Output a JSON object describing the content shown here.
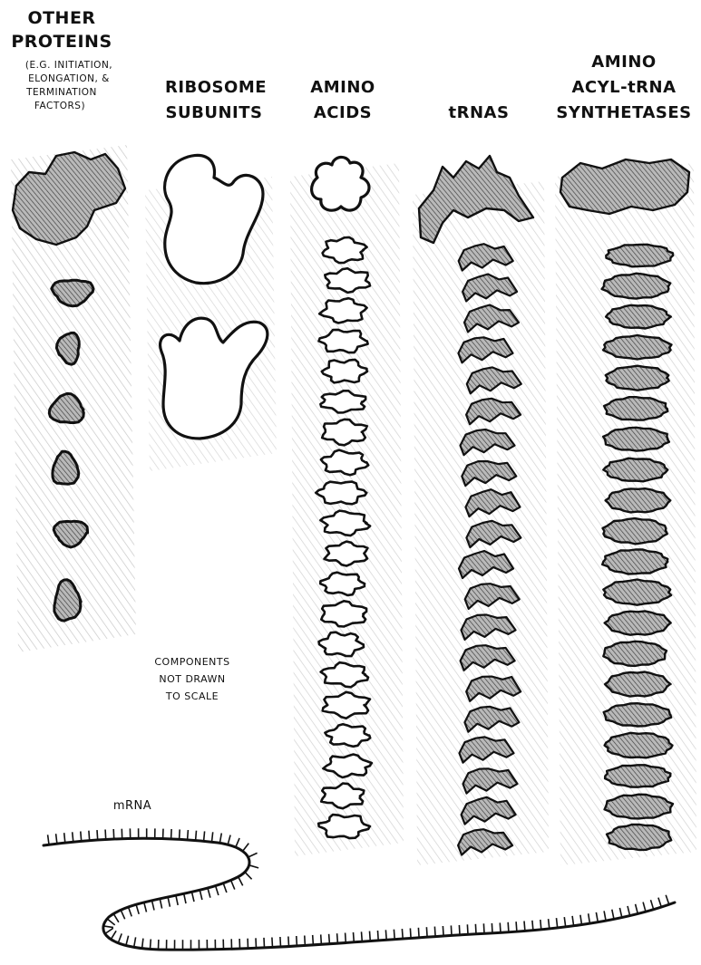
{
  "columns": [
    {
      "key": "other_proteins",
      "title_lines": [
        "OTHER",
        "PROTEINS"
      ],
      "subtitle_lines": [
        "(E.G. INITIATION,",
        "ELONGATION, &",
        "TERMINATION",
        "FACTORS)"
      ]
    },
    {
      "key": "ribosome_subunits",
      "title_lines": [
        "RIBOSOME",
        "SUBUNITS"
      ]
    },
    {
      "key": "amino_acids",
      "title_lines": [
        "AMINO",
        "ACIDS"
      ]
    },
    {
      "key": "trnas",
      "title_lines": [
        "tRNAS"
      ]
    },
    {
      "key": "synthetases",
      "title_lines": [
        "AMINO",
        "ACYL-tRNA",
        "SYNTHETASES"
      ]
    }
  ],
  "note_lines": [
    "COMPONENTS",
    "NOT DRAWN",
    "TO SCALE"
  ],
  "mrna_label": "mRNA",
  "counts": {
    "other_proteins_small": 6,
    "ribosome_subunits": 2,
    "amino_acids_small": 20,
    "trnas": 20,
    "synthetases": 20
  }
}
